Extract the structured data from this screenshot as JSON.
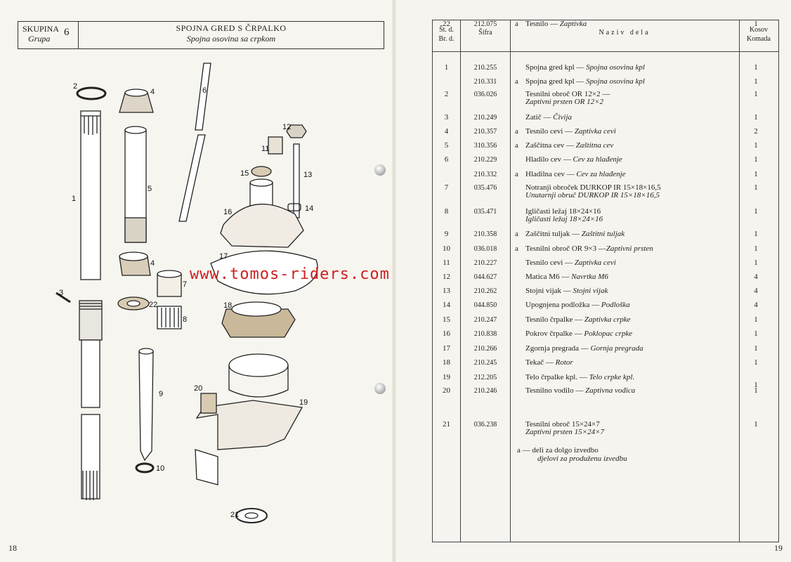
{
  "left_page": {
    "header": {
      "skupina": "SKUPINA",
      "grupa": "Grupa",
      "group_number": "6",
      "title": "SPOJNA GRED S ČRPALKO",
      "subtitle": "Spojna osovina sa crpkom"
    },
    "page_number": "18",
    "watermark": "www.tomos-riders.com",
    "callouts": [
      "1",
      "2",
      "3",
      "4",
      "5",
      "4",
      "7",
      "22",
      "8",
      "6",
      "12",
      "11",
      "15",
      "13",
      "16",
      "14",
      "17",
      "18",
      "9",
      "20",
      "19",
      "10",
      "21"
    ]
  },
  "right_page": {
    "page_number": "19",
    "table": {
      "headers": {
        "st_d": "Št. d.",
        "br_d": "Br. d.",
        "sifra": "Šifra",
        "naziv": "Naziv dela",
        "kosov": "Kosov",
        "komada": "Komada"
      },
      "rows": [
        {
          "n": "1",
          "code": "210.255",
          "a": "",
          "line1": "Spojna gred kpl — ",
          "line1i": "Spojna osovina kpl",
          "line2": "",
          "qty": "1"
        },
        {
          "n": "",
          "code": "210.331",
          "a": "a",
          "line1": "Spojna gred kpl — ",
          "line1i": "Spojna osovina kpl",
          "line2": "",
          "qty": "1"
        },
        {
          "n": "2",
          "code": "036.026",
          "a": "",
          "line1": "Tesnilni obroč OR 12×2 —",
          "line1i": "",
          "line2": "Zaptivni prsten OR 12×2",
          "qty": "1"
        },
        {
          "n": "3",
          "code": "210.249",
          "a": "",
          "line1": "Zatič — ",
          "line1i": "Čivija",
          "line2": "",
          "qty": "1"
        },
        {
          "n": "4",
          "code": "210.357",
          "a": "a",
          "line1": "Tesnilo cevi — ",
          "line1i": "Zaptivka cevi",
          "line2": "",
          "qty": "2"
        },
        {
          "n": "5",
          "code": "310.356",
          "a": "a",
          "line1": "Zaščitna cev — ",
          "line1i": "Zaštitna cev",
          "line2": "",
          "qty": "1"
        },
        {
          "n": "6",
          "code": "210.229",
          "a": "",
          "line1": "Hladilo cev — ",
          "line1i": "Cev za hlađenje",
          "line2": "",
          "qty": "1"
        },
        {
          "n": "",
          "code": "210.332",
          "a": "a",
          "line1": "Hladilna cev — ",
          "line1i": "Cev za hlađenje",
          "line2": "",
          "qty": "1"
        },
        {
          "n": "7",
          "code": "035.476",
          "a": "",
          "line1": "Notranji obroček DURKOP IR 15×18×16,5",
          "line1i": "",
          "line2": "Unutarnji obruč DURKOP IR 15×18×16,5",
          "qty": "1"
        },
        {
          "n": "8",
          "code": "035.471",
          "a": "",
          "line1": "Igličasti ležaj 18×24×16",
          "line1i": "",
          "line2": "Igličasti ležaj 18×24×16",
          "qty": "1"
        },
        {
          "n": "9",
          "code": "210.358",
          "a": "a",
          "line1": "Zaščitni tuljak — ",
          "line1i": "Zaštitni tuljak",
          "line2": "",
          "qty": "1"
        },
        {
          "n": "10",
          "code": "036.018",
          "a": "a",
          "line1": "Tesnilni obroč OR 9×3 —",
          "line1i": "Zaptivni prsten",
          "line2": "",
          "qty": "1"
        },
        {
          "n": "11",
          "code": "210.227",
          "a": "",
          "line1": "Tesnilo cevi — ",
          "line1i": "Zaptivka cevi",
          "line2": "",
          "qty": "1"
        },
        {
          "n": "12",
          "code": "044.627",
          "a": "",
          "line1": "Matica M6 — ",
          "line1i": "Navrtka M6",
          "line2": "",
          "qty": "4"
        },
        {
          "n": "13",
          "code": "210.262",
          "a": "",
          "line1": "Stojni vijak — ",
          "line1i": "Stojni vijak",
          "line2": "",
          "qty": "4"
        },
        {
          "n": "14",
          "code": "044.850",
          "a": "",
          "line1": "Upognjena podložka — ",
          "line1i": "Podloška",
          "line2": "",
          "qty": "4"
        },
        {
          "n": "15",
          "code": "210.247",
          "a": "",
          "line1": "Tesnilo črpalke — ",
          "line1i": "Zaptivka crpke",
          "line2": "",
          "qty": "1"
        },
        {
          "n": "16",
          "code": "210.838",
          "a": "",
          "line1": "Pokrov črpalke — ",
          "line1i": "Poklopac crpke",
          "line2": "",
          "qty": "1"
        },
        {
          "n": "17",
          "code": "210.266",
          "a": "",
          "line1": "Zgornja pregrada — ",
          "line1i": "Gornja pregrada",
          "line2": "",
          "qty": "1"
        },
        {
          "n": "18",
          "code": "210.245",
          "a": "",
          "line1": "Tekač — ",
          "line1i": "Rotor",
          "line2": "",
          "qty": "1"
        },
        {
          "n": "19",
          "code": "212.205",
          "a": "",
          "line1": "Telo črpalke kpl. — ",
          "line1i": "Telo crpke kpl.",
          "line2": "",
          "qty": "1"
        },
        {
          "n": "20",
          "code": "210.246",
          "a": "",
          "line1": "Tesnilno vodilo — ",
          "line1i": "Zaptivna vođica",
          "line2": "",
          "qty": "1"
        },
        {
          "n": "21",
          "code": "036.238",
          "a": "",
          "line1": "Tesnilni obroč 15×24×7",
          "line1i": "",
          "line2": "Zaptivni prsten 15×24×7",
          "qty": "1"
        },
        {
          "n": "22",
          "code": "212.075",
          "a": "a",
          "line1": "Tesnilo — ",
          "line1i": "Zaptivka",
          "line2": "",
          "qty": "1"
        }
      ],
      "note": {
        "line1": "a — deli za dolgo izvedbo",
        "line2": "djelovi za produženu izvedbu"
      }
    }
  }
}
